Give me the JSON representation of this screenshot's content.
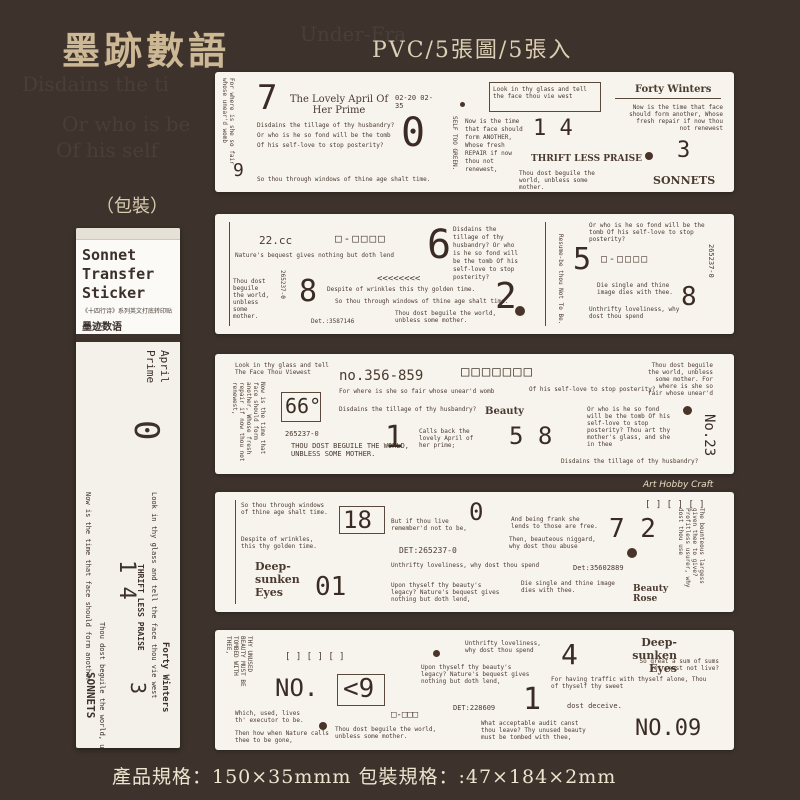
{
  "header": {
    "title": "墨跡數語",
    "subtitle": "PVC/5張圖/5張入"
  },
  "background_text": [
    "Disdains the ti",
    "Or who is be",
    "Of his self",
    "Under-Fra"
  ],
  "package": {
    "label": "（包裝）",
    "name_line1": "Sonnet",
    "name_line2": "Transfer",
    "name_line3": "Sticker",
    "description": "《十四行诗》系列英文打底转印贴",
    "brand": "墨迹数语",
    "texts": [
      "Prime",
      "April",
      "THRIFT LESS PRAISE",
      "Forty Winters",
      "SONNETS",
      "Look in thy glass and tell the face thou vie west",
      "Now is the time that face should form another",
      "Thou dost beguile the world, unbless some mother.",
      "0",
      "1 4",
      "3"
    ]
  },
  "strips": {
    "s1": {
      "num7": "7",
      "title": "The Lovely April Of Her Prime",
      "date": "02-20 02-35",
      "line1": "Disdains the tillage of thy husbandry?",
      "line2": "Or who is he so fond will be the tomb",
      "line3": "Of his self-love to stop posterity?",
      "num0": "0",
      "bottom": "So thou through windows of thine age shalt time.",
      "num9": "9",
      "look": "Look in thy glass and tell the face thou vie west",
      "now": "Now is the time that face should form ANOTHER, Whose fresh REPAIR if now thou not renewest,",
      "num14": "1 4",
      "thrift": "THRIFT LESS PRAISE",
      "beguile": "Thou dost beguile the world, unbless some mother.",
      "forty": "Forty Winters",
      "now2": "Now is the time that face should form another, Whose fresh repair if now thou not renewest",
      "num3": "3",
      "sonnets": "SONNETS",
      "vert": "For where is she so fair whose unear'd womb",
      "vert2": "SELF TOO GREEN."
    },
    "s2": {
      "code": "22.cc",
      "squares": "□-□□□□",
      "nature": "Nature's bequest gives nothing but doth lend",
      "num6": "6",
      "disdain": "Disdains the tillage of thy husbandry? Or who is he so fond will be the tomb Of his self-love to stop posterity?",
      "beguile": "Thou dost beguile the world, unbless some mother.",
      "num8a": "8",
      "despite": "Despite of wrinkles this thy golden time.",
      "through": "So thou through windows of thine age shalt time.",
      "det": "Det.:3587146",
      "dost": "Thou dost beguile the world, unbless some mother.",
      "num2": "2",
      "num5": "5",
      "squares2": "□-□□□□",
      "or": "Or who is he so fond will be the tomb Of his self-love to stop posterity?",
      "single": "Die single and thine image dies with thee.",
      "unthrifty": "Unthrifty loveliness, why dost thou spend",
      "num8b": "8",
      "vert": "265237-0",
      "vert2": "265237-0",
      "vert3": "Resume-be thou Not To Be.",
      "arrows": "<<<<<<<<"
    },
    "s3": {
      "look": "Look in thy glass and tell The Face Thou Viewest",
      "no": "no.356-859",
      "fair": "For where is she so fair whose unear'd womb",
      "squares": "□□□□□□□",
      "num66": "66°",
      "sq": "265237-0",
      "disdain": "Disdains the tillage of thy husbandry?",
      "beguile": "THOU DOST BEGUILE THE WORLD, UNBLESS SOME MOTHER.",
      "num1": "1",
      "calls": "Calls back the lovely April of her prime;",
      "beauty": "Beauty",
      "num58": "5 8",
      "ofhis": "Of his self-love to stop posterity?",
      "orwho": "Or who is he so fond will be the tomb Of his self-love to stop posterity? Thou art thy mother's glass, and she in thee",
      "disdain2": "Disdains the tillage of thy husbandry?",
      "dost": "Thou dost beguile the world, unbless some mother. For where is she so fair whose unear'd",
      "no23": "No.23",
      "vertleft": "Now is the time that face should form another, Whose fresh repair if now thou not renewest,"
    },
    "s4": {
      "through": "So thou through windows of thine age shalt time.",
      "num18": "18",
      "butif": "But if thou live remember'd not to be,",
      "num0": "0",
      "beingfrank": "And being frank she lends to those are free.",
      "num72": "7 2",
      "despite": "Despite of wrinkles, this thy golden time.",
      "det": "DET:265237-0",
      "beauteous": "Then, beauteous niggard, why dost thou abuse",
      "deep": "Deep-sunken Eyes",
      "num01": "01",
      "unthrifty": "Unthrifty loveliness, why dost thou spend",
      "upon": "Upon thyself thy beauty's legacy? Nature's bequest gives nothing but doth lend,",
      "die": "Die single and thine image dies with thee.",
      "det2": "Det:35602889",
      "beautyrose": "Beauty Rose",
      "vert": "The bounteous largess given thee to give? Profitless usurer, why dost thou use",
      "brackets": "[ ] [ ] [ ]"
    },
    "s5": {
      "vert": "THY UNUSED BEAUTY MUST BE TOMBED WITH THEE,",
      "no": "NO.",
      "lt9": "<9",
      "unthrifty": "Unthrifty loveliness, why dost thou spend",
      "upon": "Upon thyself thy beauty's legacy? Nature's bequest gives nothing but doth lend,",
      "num4": "4",
      "deep": "Deep-sunken Eyes",
      "great": "So great a sum of sums yet canst not live?",
      "having": "For having traffic with thyself alone, Thou of thyself thy sweet",
      "num1": "1",
      "det": "DET:228609",
      "deceive": "dost deceive.",
      "which": "Which, used, lives th' executor to be.",
      "when": "Thou dost beguile the world, unbless some mother.",
      "calls": "Then how when Nature calls thee to be gone,",
      "acceptable": "What acceptable audit canst thou leave? Thy unused beauty must be tombed with thee,",
      "no09": "NO.09",
      "sq": "□-□□□",
      "brackets": "[ ] [ ] [ ]"
    }
  },
  "watermark": "Art Hobby Craft",
  "footer": {
    "text": "產品規格：150×35mmm 包裝規格：:47×184×2mm"
  }
}
